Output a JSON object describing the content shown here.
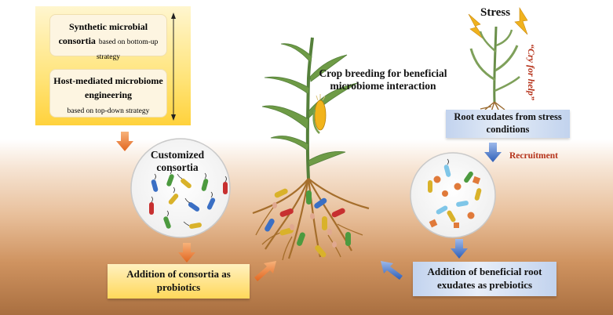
{
  "strategies": {
    "synthetic": {
      "title": "Synthetic microbial",
      "title_bold_2": "consortia",
      "detail": "based on bottom-up strategy"
    },
    "host": {
      "title": "Host-mediated microbiome engineering",
      "detail": "based on top-down strategy"
    }
  },
  "center": {
    "crop_breeding": "Crop breeding for beneficial microbiome interaction"
  },
  "customized": {
    "label": "Customized consortia"
  },
  "stress": {
    "label": "Stress",
    "cry_for_help": "“Cry for help”"
  },
  "root_exudates": {
    "label": "Root exudates from stress conditions"
  },
  "recruitment": {
    "label": "Recruitment"
  },
  "probiotics": {
    "label": "Addition  of consortia as probiotics"
  },
  "prebiotics": {
    "label": "Addition of beneficial root exudates as prebiotics"
  },
  "colors": {
    "arrow_orange": "#ef8a3c",
    "arrow_blue": "#4a78c8",
    "bacteria": [
      "#3a6fc4",
      "#d9b22a",
      "#c73030",
      "#4c9a3f",
      "#7fc6e8"
    ]
  }
}
